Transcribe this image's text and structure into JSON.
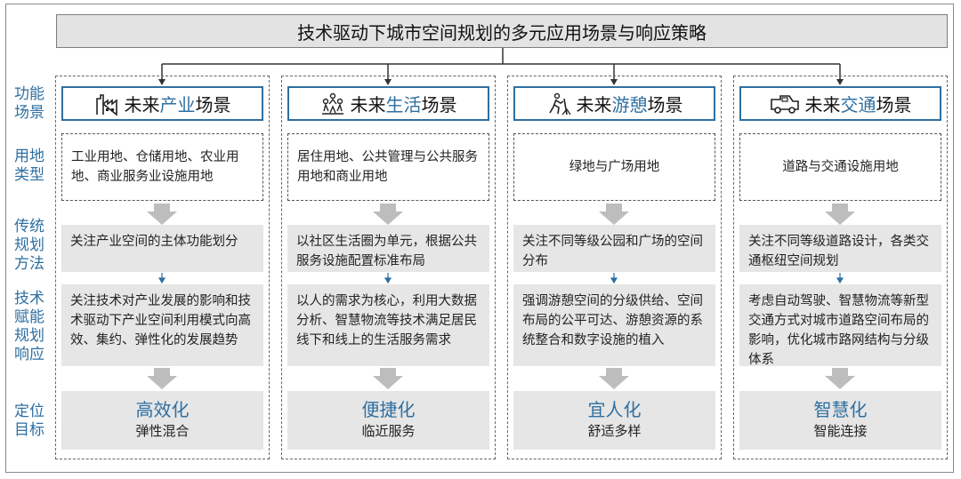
{
  "title": "技术驱动下城市空间规划的多元应用场景与响应策略",
  "row_labels": {
    "function": "功能场景",
    "land": "用地类型",
    "traditional": "传统规划方法",
    "tech": "技术赋能规划响应",
    "goal": "定位目标"
  },
  "columns": [
    {
      "icon": "factory-icon",
      "scene_prefix": "未来",
      "scene_highlight": "产业",
      "scene_suffix": "场景",
      "land_use": "工业用地、仓储用地、农业用地、商业服务业设施用地",
      "traditional": "关注产业空间的主体功能划分",
      "tech": "关注技术对产业发展的影响和技术驱动下产业空间利用模式向高效、集约、弹性化的发展趋势",
      "goal_main": "高效化",
      "goal_sub": "弹性混合"
    },
    {
      "icon": "community-people-icon",
      "scene_prefix": "未来",
      "scene_highlight": "生活",
      "scene_suffix": "场景",
      "land_use": "居住用地、公共管理与公共服务用地和商业用地",
      "traditional": "以社区生活圈为单元，根据公共服务设施配置标准布局",
      "tech": "以人的需求为核心，利用大数据分析、智慧物流等技术满足居民线下和线上的生活服务需求",
      "goal_main": "便捷化",
      "goal_sub": "临近服务"
    },
    {
      "icon": "hiking-icon",
      "scene_prefix": "未来",
      "scene_highlight": "游憩",
      "scene_suffix": "场景",
      "land_use": "绿地与广场用地",
      "traditional": "关注不同等级公园和广场的空间分布",
      "tech": "强调游憩空间的分级供给、空间布局的公平可达、游憩资源的系统整合和数字设施的植入",
      "goal_main": "宜人化",
      "goal_sub": "舒适多样"
    },
    {
      "icon": "vehicle-icon",
      "scene_prefix": "未来",
      "scene_highlight": "交通",
      "scene_suffix": "场景",
      "land_use": "道路与交通设施用地",
      "traditional": "关注不同等级道路设计，各类交通枢纽空间规划",
      "tech": "考虑自动驾驶、智慧物流等新型交通方式对城市道路空间布局的影响，优化城市路网结构与分级体系",
      "goal_main": "智慧化",
      "goal_sub": "智能连接"
    }
  ],
  "colors": {
    "accent": "#2f6fa0",
    "gray_box": "#e6e6e6",
    "arrow_gray": "#bdbdbd"
  }
}
